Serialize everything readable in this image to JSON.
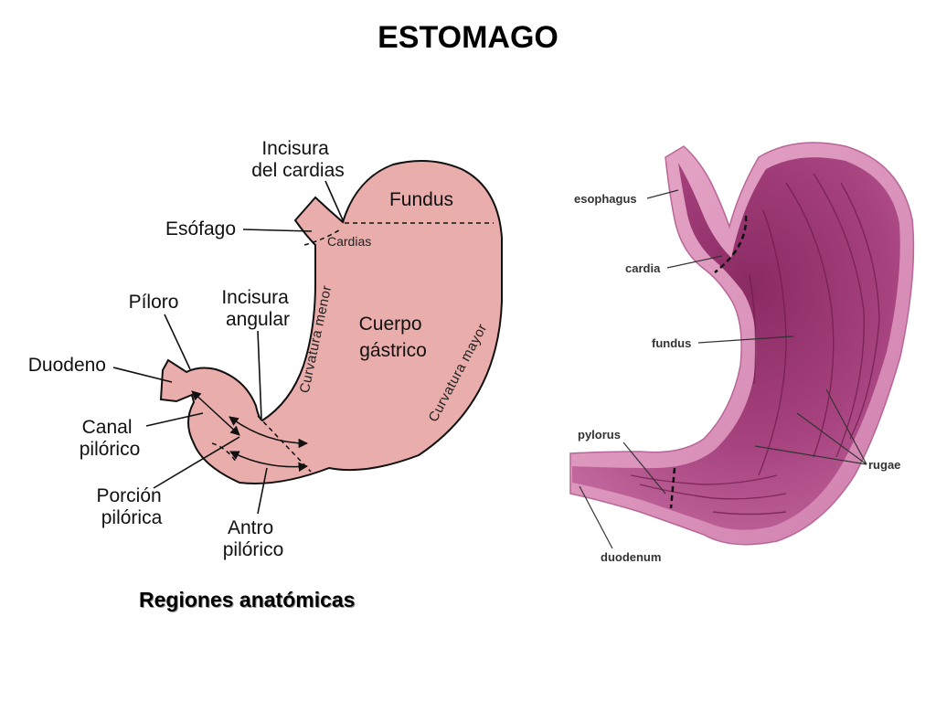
{
  "title": "ESTOMAGO",
  "subtitle": "Regiones anatómicas",
  "diagram_labels": {
    "incisura_cardias": [
      "Incisura",
      "del cardias"
    ],
    "fundus": "Fundus",
    "esofago": "Esófago",
    "cardias": "Cardias",
    "piloro": "Píloro",
    "incisura_angular": [
      "Incisura",
      "angular"
    ],
    "cuerpo_gastrico": [
      "Cuerpo",
      "gástrico"
    ],
    "curvatura_menor": "Curvatura menor",
    "curvatura_mayor": "Curvatura mayor",
    "duodeno": "Duodeno",
    "canal_pilorico": [
      "Canal",
      "pilórico"
    ],
    "porcion_pilorica": [
      "Porción",
      "pilórica"
    ],
    "antro_pilorico": [
      "Antro",
      "pilórico"
    ]
  },
  "photo_labels": {
    "esophagus": "esophagus",
    "cardia": "cardia",
    "fundus": "fundus",
    "pylorus": "pylorus",
    "rugae": "rugae",
    "duodenum": "duodenum"
  },
  "colors": {
    "stomach_fill": "#e9adab",
    "stomach_outline": "#111111",
    "photo_outer": "#d98bb3",
    "photo_inner": "#a23d78"
  }
}
